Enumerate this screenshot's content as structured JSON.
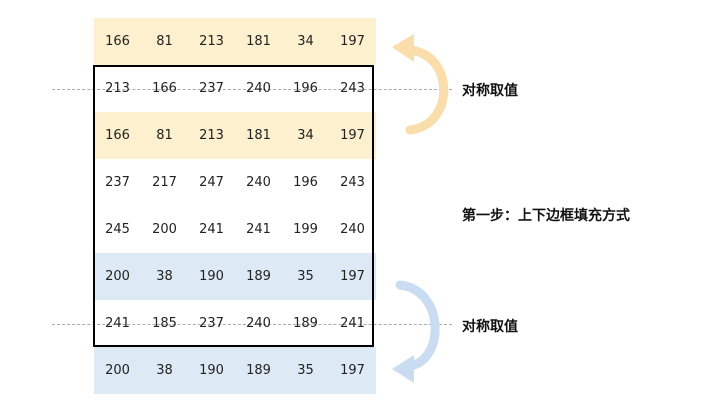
{
  "rows": [
    {
      "color": "yellow",
      "values": [
        "166",
        "81",
        "213",
        "181",
        "34",
        "197"
      ]
    },
    {
      "color": "none",
      "values": [
        "213",
        "166",
        "237",
        "240",
        "196",
        "243"
      ]
    },
    {
      "color": "yellow",
      "values": [
        "166",
        "81",
        "213",
        "181",
        "34",
        "197"
      ]
    },
    {
      "color": "none",
      "values": [
        "237",
        "217",
        "247",
        "240",
        "196",
        "243"
      ]
    },
    {
      "color": "none",
      "values": [
        "245",
        "200",
        "241",
        "241",
        "199",
        "240"
      ]
    },
    {
      "color": "blue",
      "values": [
        "200",
        "38",
        "190",
        "189",
        "35",
        "197"
      ]
    },
    {
      "color": "none",
      "values": [
        "241",
        "185",
        "237",
        "240",
        "189",
        "241"
      ]
    },
    {
      "color": "blue",
      "values": [
        "200",
        "38",
        "190",
        "189",
        "35",
        "197"
      ]
    }
  ],
  "labels": {
    "top_symmetric": "对称取值",
    "step": "第一步：上下边框填充方式",
    "bottom_symmetric": "对称取值"
  },
  "colors": {
    "yellow_fill": "#fdf0cf",
    "blue_fill": "#dde9f5",
    "arrow_yellow": "#f9ddaa",
    "arrow_blue": "#c9dcf1",
    "frame": "#000000"
  },
  "icons": {
    "top_arrow": "curved-arrow-up-icon",
    "bottom_arrow": "curved-arrow-down-icon"
  }
}
